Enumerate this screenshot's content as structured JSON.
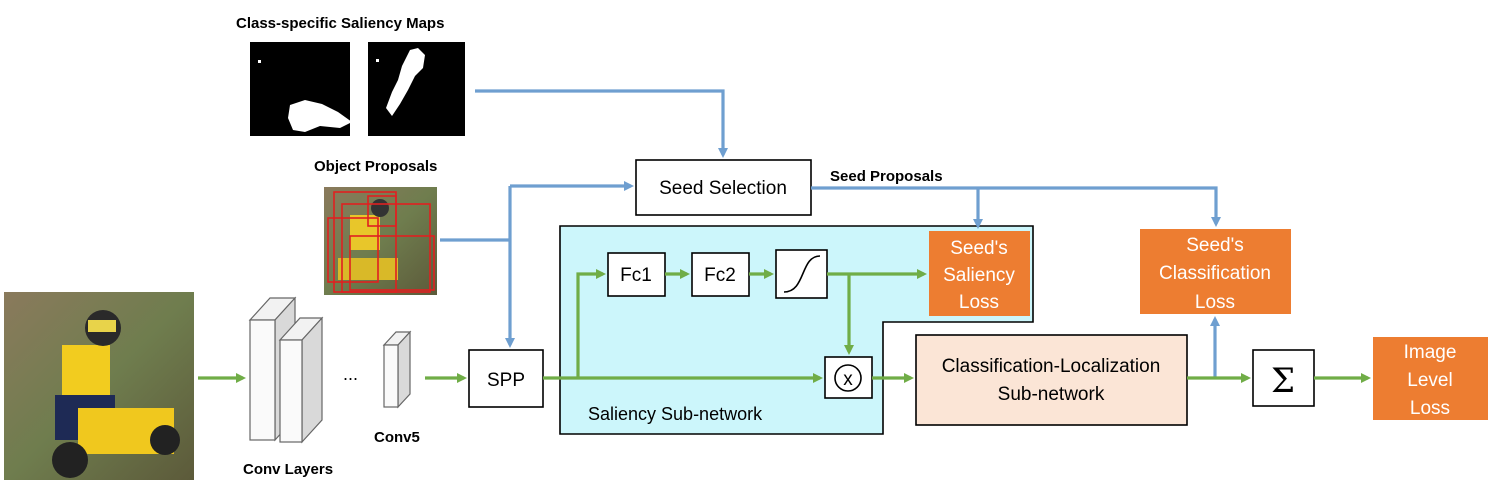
{
  "labels": {
    "saliency_maps_title": "Class-specific Saliency Maps",
    "object_proposals_title": "Object Proposals",
    "seed_selection": "Seed Selection",
    "seed_proposals": "Seed Proposals",
    "conv_layers": "Conv Layers",
    "ellipsis": "...",
    "conv5": "Conv5",
    "spp": "SPP",
    "fc1": "Fc1",
    "fc2": "Fc2",
    "multiply": "x",
    "saliency_subnetwork": "Saliency Sub-network",
    "seed_saliency_loss": [
      "Seed's",
      "Saliency",
      "Loss"
    ],
    "seed_classification_loss": [
      "Seed's",
      "Classification",
      "Loss"
    ],
    "cls_loc_subnetwork": [
      "Classification-Localization",
      "Sub-network"
    ],
    "sum": "Σ",
    "image_level_loss": [
      "Image",
      "Level",
      "Loss"
    ]
  },
  "colors": {
    "green_arrow": "#70AD47",
    "blue_arrow": "#6F9FD0",
    "loss_orange": "#ED7D31",
    "saliency_region": "#CCF6FB",
    "cls_loc_fill": "#FBE5D6"
  }
}
